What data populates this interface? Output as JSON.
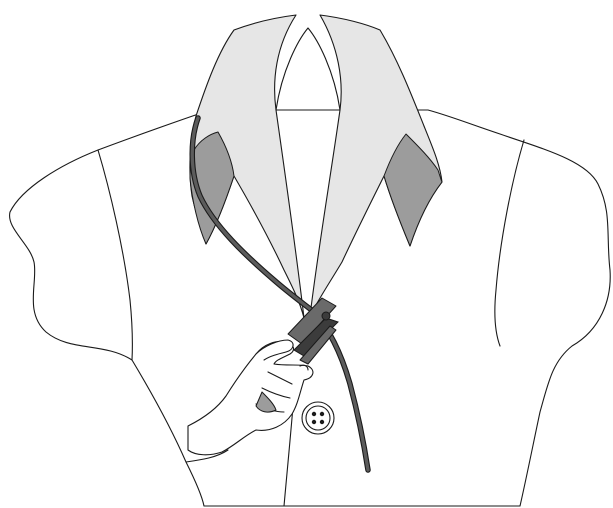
{
  "figure": {
    "colors": {
      "line": "#1a1a1a",
      "garment": "#ffffff",
      "collar": "#e6e6e6",
      "collar_underside": "#9c9c9c",
      "cable": "#5c5c5c",
      "clip": "#6a6a6a"
    },
    "icons": [
      "shirt-drawing",
      "collar-drawing",
      "cable-drawing",
      "clip-drawing",
      "hand-drawing",
      "button-drawing"
    ]
  }
}
